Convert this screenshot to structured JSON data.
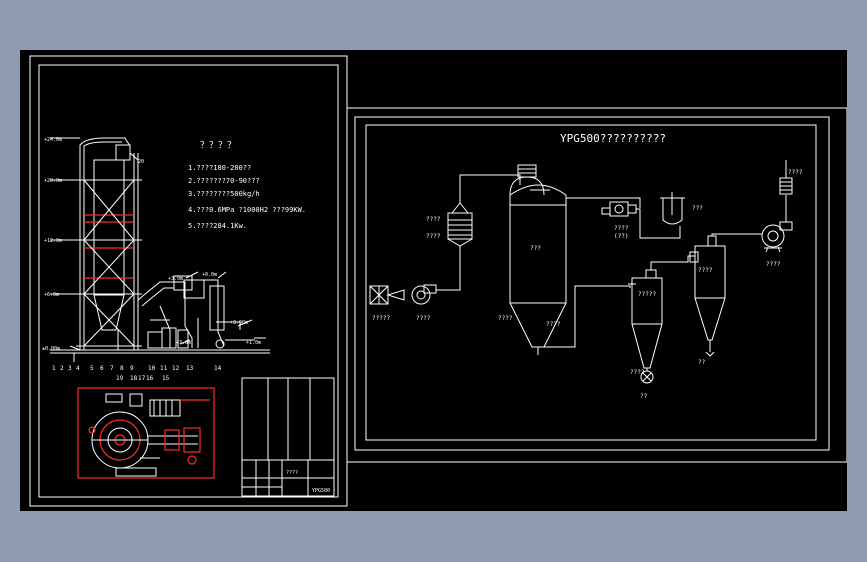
{
  "left_sheet": {
    "elevations": [
      "+24.0m",
      "+20.0m",
      "+12.0m",
      "+6.0m",
      "±0.00m",
      "+3.0m",
      "+0.0m",
      "+3.00m",
      "+3.0m",
      "+1.0m",
      "±0.00m"
    ],
    "notes_title": "？？？？",
    "notes": [
      "1.????180-200??",
      "2.???????70-90???",
      "3.????????500kg/h",
      "4.???0.6MPa ?1000H2 ???99KW.",
      "5.????284.1Kw."
    ],
    "part_numbers_bottom": [
      "1",
      "2",
      "3",
      "4",
      "5",
      "6",
      "7",
      "8",
      "9",
      "10",
      "11",
      "12",
      "13",
      "14"
    ],
    "part_numbers_plan": [
      "19",
      "18",
      "17",
      "16",
      "15"
    ],
    "part_number_top": "20",
    "title_block": [
      "????",
      "YPG500"
    ]
  },
  "right_sheet": {
    "title": "YPG500??????????",
    "labels": {
      "heater": "????",
      "heater2": "????",
      "filter_in": "?????",
      "blower_in": "????",
      "dryer": "???",
      "dryer_bottom": "????",
      "pump": "????",
      "pump_sub": "(??)",
      "tank": "???",
      "cyclone1": "?????",
      "cyclone1_bottom": "????",
      "cyclone1_out": "??",
      "cyclone2": "????",
      "fan": "????",
      "stack": "????"
    }
  }
}
